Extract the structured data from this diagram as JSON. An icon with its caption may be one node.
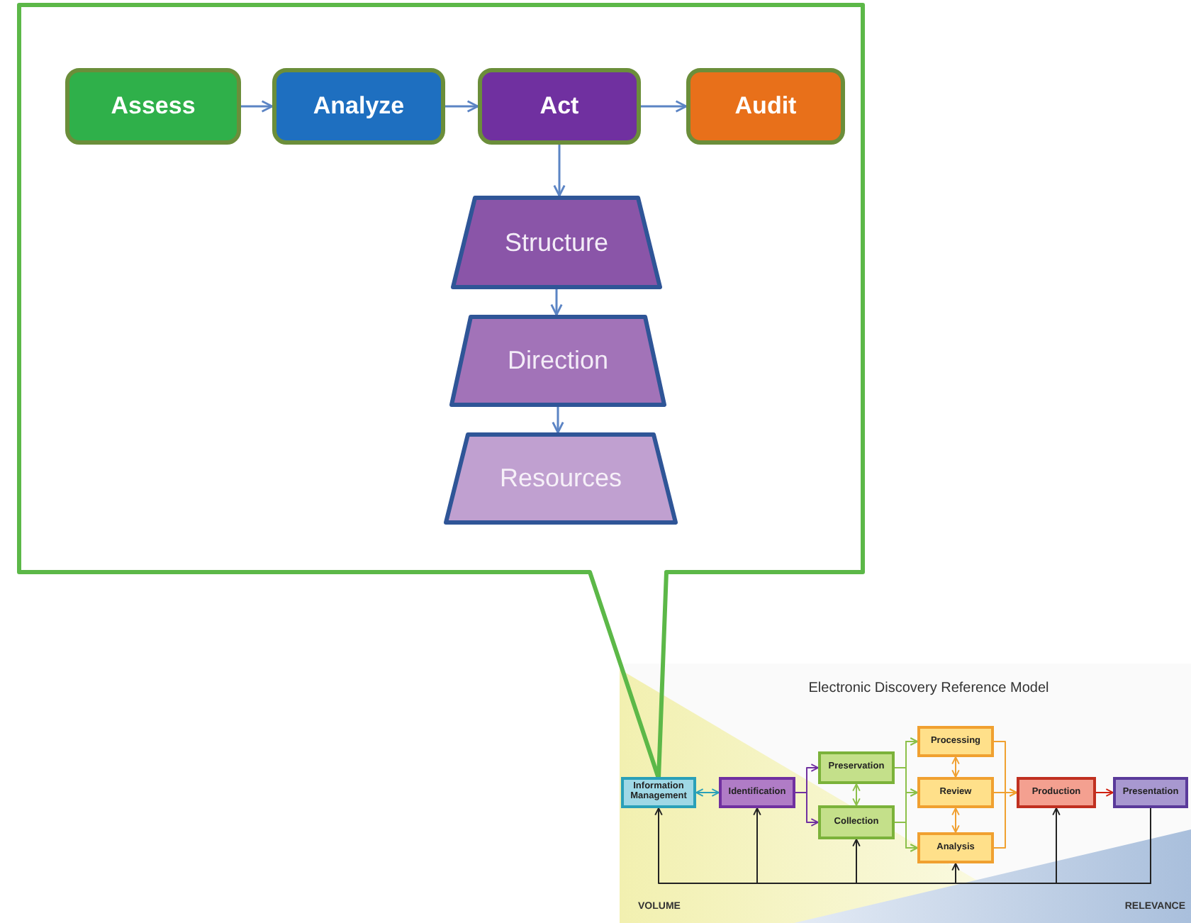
{
  "diagram": {
    "nodes": [
      {
        "text": [],
        "shape": "callout"
      },
      {
        "text": [
          "Assess"
        ],
        "in": 0
      },
      {
        "text": [
          "Analyze"
        ],
        "in": 0
      },
      {
        "text": [
          "Act"
        ],
        "in": 0
      },
      {
        "text": [
          "Audit"
        ],
        "in": 0
      },
      {
        "text": [
          "Structure"
        ],
        "in": 0
      },
      {
        "text": [
          "Direction"
        ],
        "in": 0
      },
      {
        "text": [
          "Resources"
        ],
        "in": 0
      },
      {
        "text": [
          "Information Management"
        ]
      },
      {
        "text": [
          "Identification"
        ]
      },
      {
        "text": [
          "Preservation"
        ]
      },
      {
        "text": [
          "Collection"
        ]
      },
      {
        "text": [
          "Processing"
        ]
      },
      {
        "text": [
          "Review"
        ]
      },
      {
        "text": [
          "Analysis"
        ]
      },
      {
        "text": [
          "Production"
        ]
      },
      {
        "text": [
          "Presentation"
        ]
      }
    ],
    "edges": [
      {
        "from": 1,
        "to": 2,
        "arrow": "to",
        "color": "#5b84c4"
      },
      {
        "from": 2,
        "to": 3,
        "arrow": "to",
        "color": "#5b84c4"
      },
      {
        "from": 3,
        "to": 4,
        "arrow": "to",
        "color": "#5b84c4"
      },
      {
        "from": 3,
        "to": 5,
        "arrow": "to",
        "color": "#5b84c4"
      },
      {
        "from": 5,
        "to": 6,
        "arrow": "to",
        "color": "#5b84c4"
      },
      {
        "from": 6,
        "to": 7,
        "arrow": "to",
        "color": "#5b84c4"
      },
      {
        "from": 8,
        "to": 9,
        "arrow": "both",
        "color": "#2aa0b8"
      },
      {
        "from": 9,
        "to": 10,
        "arrow": "to",
        "color": "#7030a0"
      },
      {
        "from": 9,
        "to": 11,
        "arrow": "to",
        "color": "#7030a0"
      },
      {
        "from": 10,
        "to": 11,
        "arrow": "both",
        "color": "#8cc04a"
      },
      {
        "from": 10,
        "to": 12,
        "arrow": "to",
        "color": "#8cc04a"
      },
      {
        "from": 10,
        "to": 13,
        "arrow": "to",
        "color": "#8cc04a"
      },
      {
        "from": 10,
        "to": 14,
        "arrow": "to",
        "color": "#8cc04a"
      },
      {
        "from": 11,
        "to": 12,
        "arrow": "to",
        "color": "#8cc04a"
      },
      {
        "from": 11,
        "to": 13,
        "arrow": "to",
        "color": "#8cc04a"
      },
      {
        "from": 11,
        "to": 14,
        "arrow": "to",
        "color": "#8cc04a"
      },
      {
        "from": 12,
        "to": 13,
        "arrow": "both",
        "color": "#f0a030"
      },
      {
        "from": 13,
        "to": 14,
        "arrow": "both",
        "color": "#f0a030"
      },
      {
        "from": 12,
        "to": 15,
        "arrow": "to",
        "color": "#f0a030"
      },
      {
        "from": 13,
        "to": 15,
        "arrow": "to",
        "color": "#f0a030"
      },
      {
        "from": 14,
        "to": 15,
        "arrow": "to",
        "color": "#f0a030"
      },
      {
        "from": 15,
        "to": 16,
        "arrow": "to",
        "color": "#d02010"
      },
      {
        "from": 16,
        "to": 8,
        "arrow": "to",
        "color": "#222222"
      },
      {
        "from": 16,
        "to": 9,
        "arrow": "to",
        "color": "#222222"
      },
      {
        "from": 16,
        "to": 11,
        "arrow": "to",
        "color": "#222222"
      },
      {
        "from": 16,
        "to": 14,
        "arrow": "to",
        "color": "#222222"
      },
      {
        "from": 16,
        "to": 15,
        "arrow": "to",
        "color": "#222222"
      }
    ],
    "labels": [
      "Electronic Discovery Reference Model",
      "VOLUME",
      "RELEVANCE"
    ]
  }
}
